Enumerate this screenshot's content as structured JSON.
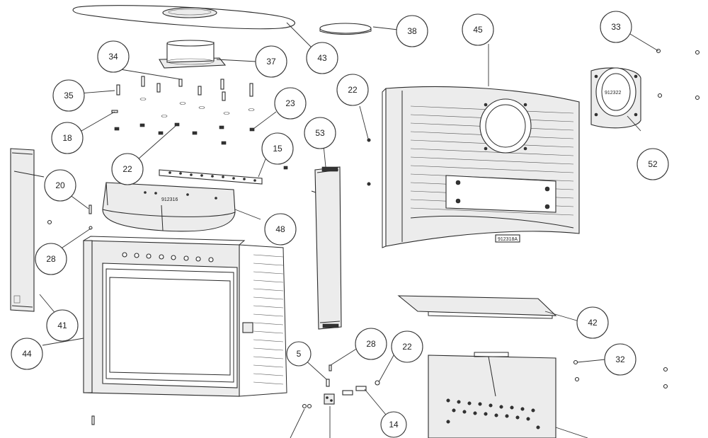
{
  "callouts": [
    {
      "id": "c43",
      "label": "43"
    },
    {
      "id": "c38",
      "label": "38"
    },
    {
      "id": "c45",
      "label": "45"
    },
    {
      "id": "c33",
      "label": "33"
    },
    {
      "id": "c34",
      "label": "34"
    },
    {
      "id": "c37",
      "label": "37"
    },
    {
      "id": "c35",
      "label": "35"
    },
    {
      "id": "c22a",
      "label": "22"
    },
    {
      "id": "c23",
      "label": "23"
    },
    {
      "id": "c18",
      "label": "18"
    },
    {
      "id": "c15",
      "label": "15"
    },
    {
      "id": "c53",
      "label": "53"
    },
    {
      "id": "c22b",
      "label": "22"
    },
    {
      "id": "c52",
      "label": "52"
    },
    {
      "id": "c20",
      "label": "20"
    },
    {
      "id": "c48",
      "label": "48"
    },
    {
      "id": "c28a",
      "label": "28"
    },
    {
      "id": "c41",
      "label": "41"
    },
    {
      "id": "c42",
      "label": "42"
    },
    {
      "id": "c44",
      "label": "44"
    },
    {
      "id": "c5",
      "label": "5"
    },
    {
      "id": "c28b",
      "label": "28"
    },
    {
      "id": "c22c",
      "label": "22"
    },
    {
      "id": "c32",
      "label": "32"
    },
    {
      "id": "c14",
      "label": "14"
    }
  ],
  "stamps": {
    "baffle": "912316",
    "back_panel": "912318A",
    "flue_collar": "912322"
  }
}
